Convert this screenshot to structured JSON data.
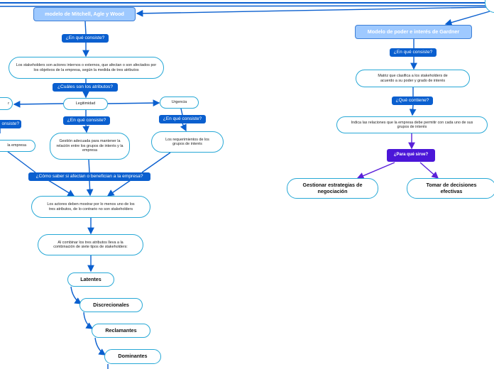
{
  "left": {
    "title": "modelo de Mitchell, Agle y Wood",
    "q_consiste": "¿En qué consiste?",
    "definition": "Los stakeholders son actores internos o externos, que afectan o son afectados por los objetivos de la empresa, según la medida de tres atributos",
    "q_atributos": "¿Cuáles son los atributos?",
    "poder_partial": "r",
    "legitimidad": "Legitimidad",
    "urgencia": "Urgencia",
    "q_consiste_left_partial": "onsiste?",
    "q_consiste_mid": "¿En qué consiste?",
    "q_consiste_right": "¿En qué consiste?",
    "poder_desc_partial": "la empresa",
    "legitimidad_desc": "Gestión adecuada para mantener la relación entre los grupos de interés y la empresa",
    "urgencia_desc": "Los requerimientos de los grupos de interés",
    "q_como": "¿Cómo saber si afectan o benefician a la empresa?",
    "actors_rule": "Los actores deben mostrar por lo menos uno de los tres atributos, de lo contrario no son stakeholders",
    "combination": "Al combinar los tres atributos lleva a la combinación de siete tipos de stakeholders:",
    "types": [
      "Latentes",
      "Discrecionales",
      "Reclamantes",
      "Dominantes"
    ]
  },
  "right": {
    "title": "Modelo de poder e interés de Gardner",
    "q_consiste": "¿En qué consiste?",
    "matrix": "Matriz que clasifica a los stakeholders de acuerdo a su poder y grado de interés",
    "q_contiene": "¿Qué contiene?",
    "relations": "Indica las relaciones que la empresa debe permitir con cada uno de sus grupos de interés",
    "q_sirve": "¿Para qué sirve?",
    "uses": [
      "Gestionar estrategias de negociación",
      "Tomar de decisiones efectivas"
    ]
  },
  "colors": {
    "connector": "#0a5fcf",
    "purple_connector": "#5b21d9",
    "header_fill": "#9ec9ff",
    "question_fill": "#0a5fcf",
    "border": "#27a8d6"
  }
}
